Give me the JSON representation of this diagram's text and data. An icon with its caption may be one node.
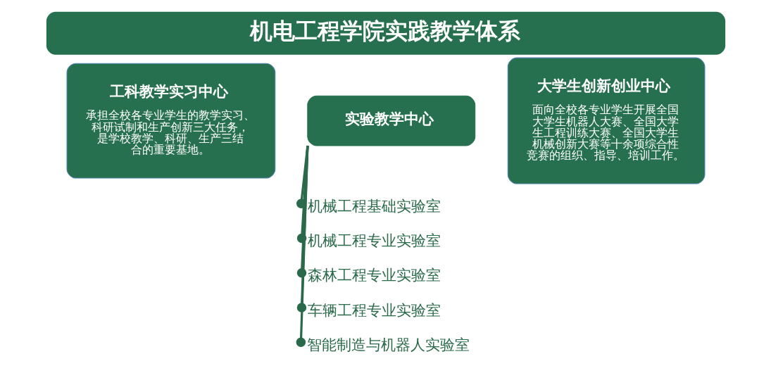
{
  "diagram": {
    "title": "机电工程学院实践教学体系",
    "nodes": [
      {
        "text": [
          "工科教学实习中心",
          "承担全校各专业学生的教学实习、科研试制和生产创新三大任务，是学校教学、科研、生产三结合的重要基地。"
        ]
      },
      {
        "text": [
          "实验教学中心"
        ]
      },
      {
        "text": [
          "机械工程基础实验室"
        ]
      },
      {
        "text": [
          "机械工程专业实验室"
        ]
      },
      {
        "text": [
          "森林工程专业实验室"
        ]
      },
      {
        "text": [
          "车辆工程专业实验室"
        ]
      },
      {
        "text": [
          "智能制造与机器人实验室"
        ]
      },
      {
        "text": [
          "大学生创新创业中心",
          "面向全校各专业学生开展全国大学生机器人大赛、全国大学生工程训练大赛、全国大学生机械创新大赛等十余项综合性竞赛的组织、指导、培训工作。"
        ]
      }
    ],
    "edges": [
      {
        "from": 1,
        "to": 2,
        "arrow": "other"
      },
      {
        "from": 1,
        "to": 3,
        "arrow": "other"
      },
      {
        "from": 1,
        "to": 4,
        "arrow": "other"
      },
      {
        "from": 1,
        "to": 5,
        "arrow": "other"
      },
      {
        "from": 1,
        "to": 6,
        "arrow": "other"
      }
    ]
  }
}
